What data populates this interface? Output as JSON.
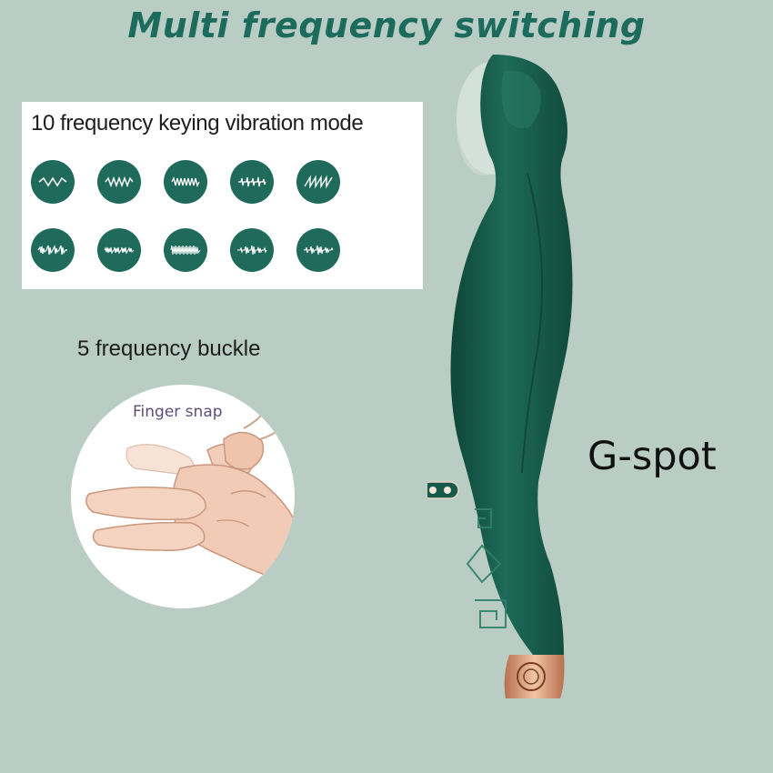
{
  "headline": "Multi frequency switching",
  "mode_panel": {
    "title": "10 frequency keying vibration mode",
    "modes": [
      {
        "icon": "wave-slow-icon"
      },
      {
        "icon": "wave-medium-icon"
      },
      {
        "icon": "wave-fast-icon"
      },
      {
        "icon": "wave-pulse-icon"
      },
      {
        "icon": "wave-sawtooth-icon"
      },
      {
        "icon": "wave-burst-1-icon"
      },
      {
        "icon": "wave-burst-2-icon"
      },
      {
        "icon": "wave-burst-3-icon"
      },
      {
        "icon": "wave-burst-4-icon"
      },
      {
        "icon": "wave-burst-5-icon"
      }
    ],
    "icon_color": "#1f6a5b"
  },
  "buckle": {
    "caption": "5 frequency buckle",
    "snap_label": "Finger snap"
  },
  "gspot_label": "G-spot",
  "colors": {
    "background": "#b9cdc5",
    "product_green": "#1d6454",
    "accent_rose_gold": "#d99a74"
  }
}
